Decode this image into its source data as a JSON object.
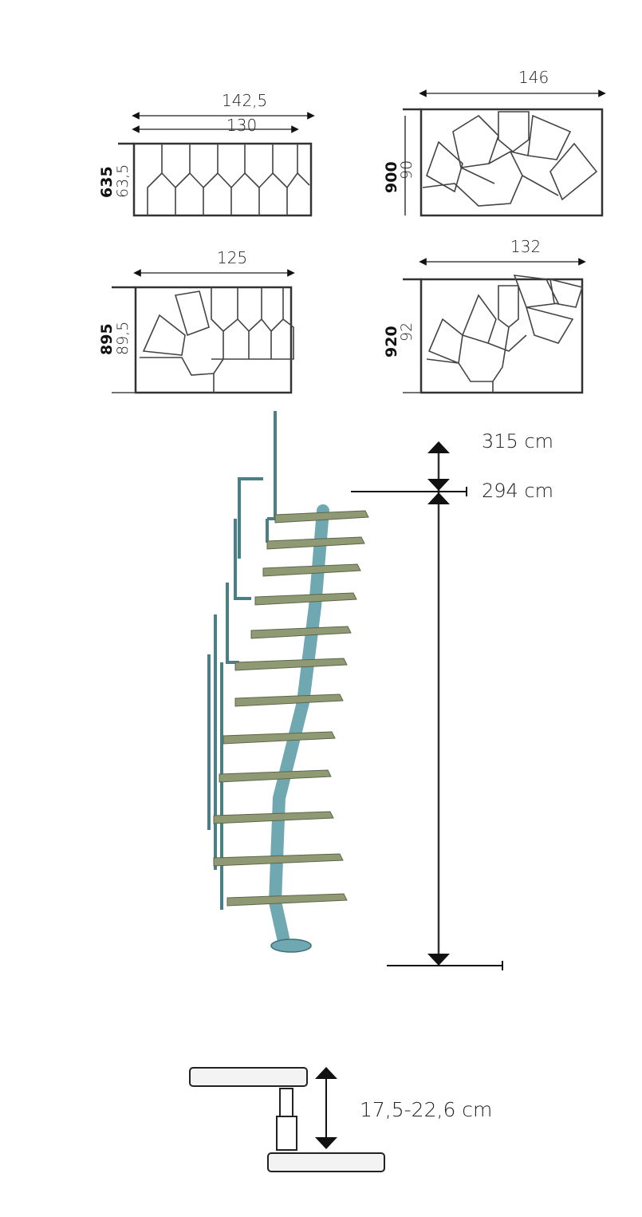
{
  "plans": [
    {
      "id": "straight",
      "width_label": "142,5",
      "inner_width_label": "130",
      "height_bold": "635",
      "height_label": "63,5"
    },
    {
      "id": "half-turn",
      "width_label": "146",
      "height_bold": "900",
      "height_label": "90"
    },
    {
      "id": "quarter-turn",
      "width_label": "125",
      "height_bold": "895",
      "height_label": "89,5"
    },
    {
      "id": "double-turn",
      "width_label": "132",
      "height_bold": "920",
      "height_label": "92"
    }
  ],
  "stair": {
    "max_height_label": "315 cm",
    "min_height_label": "294 cm",
    "max_color": "#5aa54a",
    "tread_color": "#8f9a74",
    "column_color": "#6fa8b0"
  },
  "riser": {
    "label": "17,5-22,6 cm"
  }
}
